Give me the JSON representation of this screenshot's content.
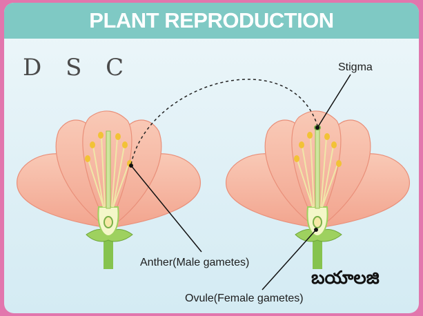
{
  "title": "PLANT REPRODUCTION",
  "watermark": "D S C",
  "labels": {
    "stigma": "Stigma",
    "anther": "Anther(Male gametes)",
    "ovule": "Ovule(Female gametes)"
  },
  "telugu_text": "బయాలజి",
  "colors": {
    "frame": "#e276ad",
    "title_bar": "#7fc9c4",
    "petal": "#f6b6a0",
    "stem": "#8fc95b",
    "anther": "#f2c236"
  }
}
